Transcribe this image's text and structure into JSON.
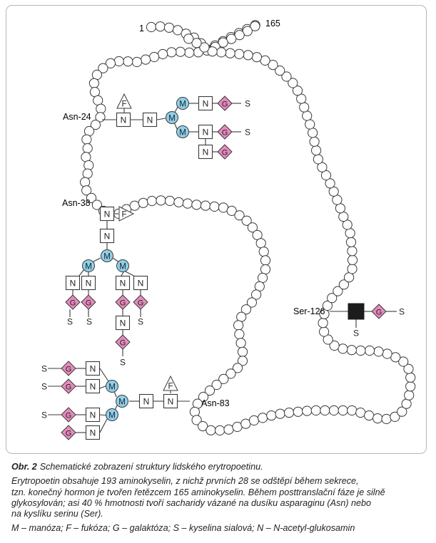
{
  "diagram": {
    "end_labels": {
      "n_term": "1",
      "c_term": "165"
    },
    "site_labels": {
      "asn24": "Asn-24",
      "asn38": "Asn-38",
      "asn83": "Asn-83",
      "ser126": "Ser-126"
    },
    "symbols": {
      "mannose": "M",
      "fucose": "F",
      "galactose": "G",
      "sialic_acid": "S",
      "glcnac": "N"
    },
    "colors": {
      "mannose_fill": "#8fd0ec",
      "galactose_fill": "#e58bbd",
      "ser_glycan_fill": "#1c1c1c",
      "residue_fill": "#ffffff",
      "line": "#3a3a3a"
    }
  },
  "caption": {
    "figure_label": "Obr. 2",
    "title": "Schematické zobrazení struktury lidského erytropoetinu.",
    "body_lines": [
      "Erytropoetin obsahuje 193 aminokyselin, z nichž prvních 28 se odštěpí během sekrece,",
      "tzn. konečný hormon je tvořen řetězcem 165 aminokyselin. Během posttranslační fáze je silně",
      "glykosylován; asi 40 % hmotnosti tvoří sacharidy vázané na dusíku asparaginu (Asn) nebo",
      "na kyslíku serinu (Ser)."
    ],
    "legend": "M – manóza; F – fukóza; G – galaktóza; S – kyselina sialová; N – N-acetyl-glukosamin"
  }
}
